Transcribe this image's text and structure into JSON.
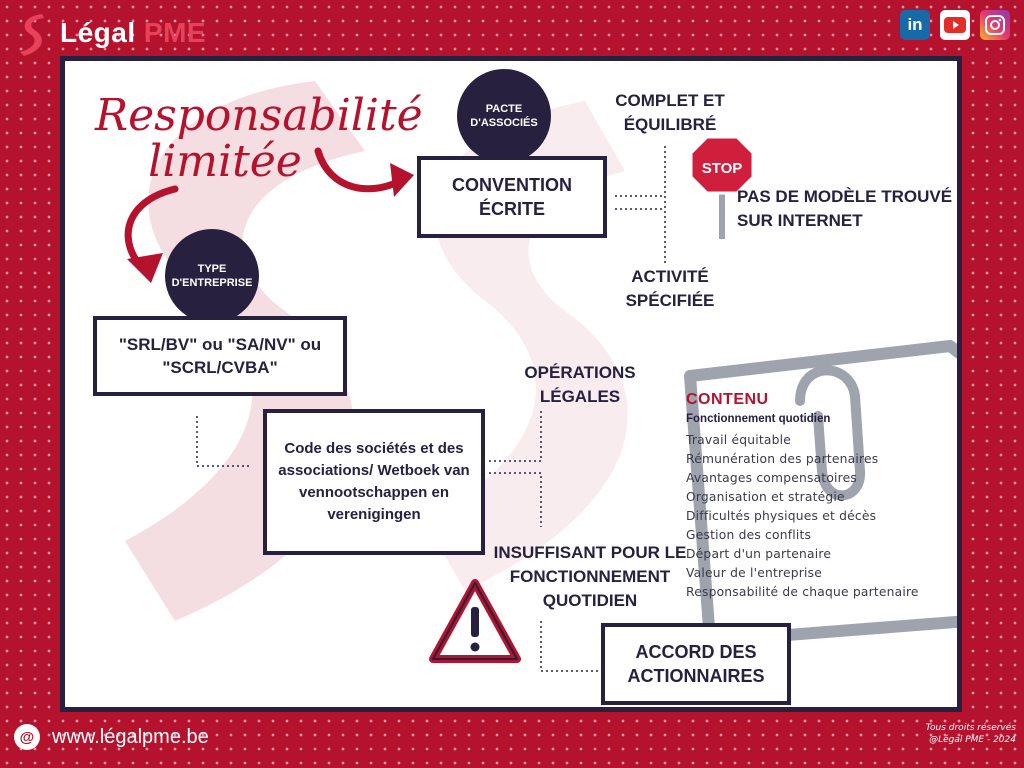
{
  "brand": {
    "name": "Légal",
    "accent": "PME",
    "url": "www.légalpme.be",
    "color_red": "#b5122e",
    "color_navy": "#27213f"
  },
  "socials": [
    {
      "name": "linkedin-icon",
      "label": "in"
    },
    {
      "name": "youtube-icon"
    },
    {
      "name": "instagram-icon"
    }
  ],
  "title": {
    "line1": "Responsabilité",
    "line2": "limitée"
  },
  "type_entreprise": {
    "badge": "TYPE D'ENTREPRISE",
    "box": "\"SRL/BV\" ou \"SA/NV\" ou \"SCRL/CVBA\""
  },
  "pacte": {
    "badge": "PACTE D'ASSOCIÉS",
    "box": "CONVENTION ÉCRITE"
  },
  "branches": {
    "top": "COMPLET ET ÉQUILIBRÉ",
    "bottom": "ACTIVITÉ SPÉCIFIÉE"
  },
  "stop": {
    "sign": "STOP",
    "label": "PAS DE MODÈLE TROUVÉ SUR INTERNET"
  },
  "code_box": "Code des sociétés et des associations/ Wetboek van vennootschappen en verenigingen",
  "operations": "OPÉRATIONS LÉGALES",
  "insuffisant": "INSUFFISANT POUR LE FONCTIONNEMENT QUOTIDIEN",
  "accord": "ACCORD DES ACTIONNAIRES",
  "contenu": {
    "heading": "CONTENU",
    "subheading": "Fonctionnement quotidien",
    "items": [
      "Travail équitable",
      "Rémunération des partenaires",
      "Avantages compensatoires",
      "Organisation et stratégie",
      "Difficultés physiques et décès",
      "Gestion des conflits",
      "Départ d'un partenaire",
      "Valeur de l'entreprise",
      "Responsabilité de chaque partenaire"
    ]
  },
  "footer": {
    "rights": "Tous droits réservés",
    "copyright": "@Légal PME - 2024"
  }
}
